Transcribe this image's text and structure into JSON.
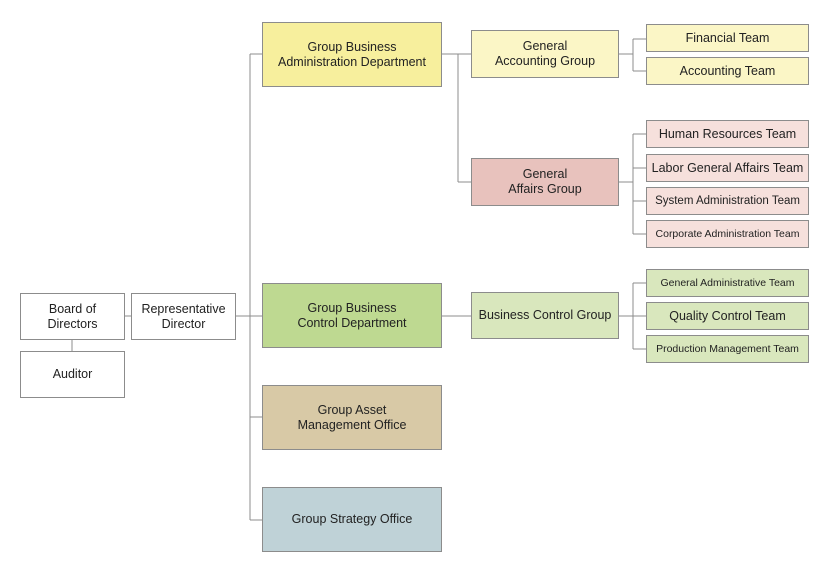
{
  "chart": {
    "board": "Board of\nDirectors",
    "auditor": "Auditor",
    "rep": "Representative\nDirector",
    "dept_admin": "Group Business\nAdministration Department",
    "dept_control": "Group Business\nControl Department",
    "dept_asset": "Group Asset\nManagement Office",
    "dept_strategy": "Group Strategy Office",
    "grp_accounting": "General\nAccounting Group",
    "grp_affairs": "General\nAffairs Group",
    "grp_business_control": "Business Control Group",
    "team_financial": "Financial Team",
    "team_accounting": "Accounting Team",
    "team_hr": "Human Resources Team",
    "team_labor": "Labor General Affairs Team",
    "team_system": "System Administration Team",
    "team_corporate": "Corporate Administration Team",
    "team_general_admin": "General Administrative Team",
    "team_quality": "Quality Control Team",
    "team_production": "Production Management Team"
  },
  "colors": {
    "line": "#8c8c8c",
    "admin": "#f7ef9d",
    "control": "#bed991",
    "asset": "#d8c9a6",
    "strategy": "#bfd2d7",
    "affairs": "#e8c2bd"
  }
}
